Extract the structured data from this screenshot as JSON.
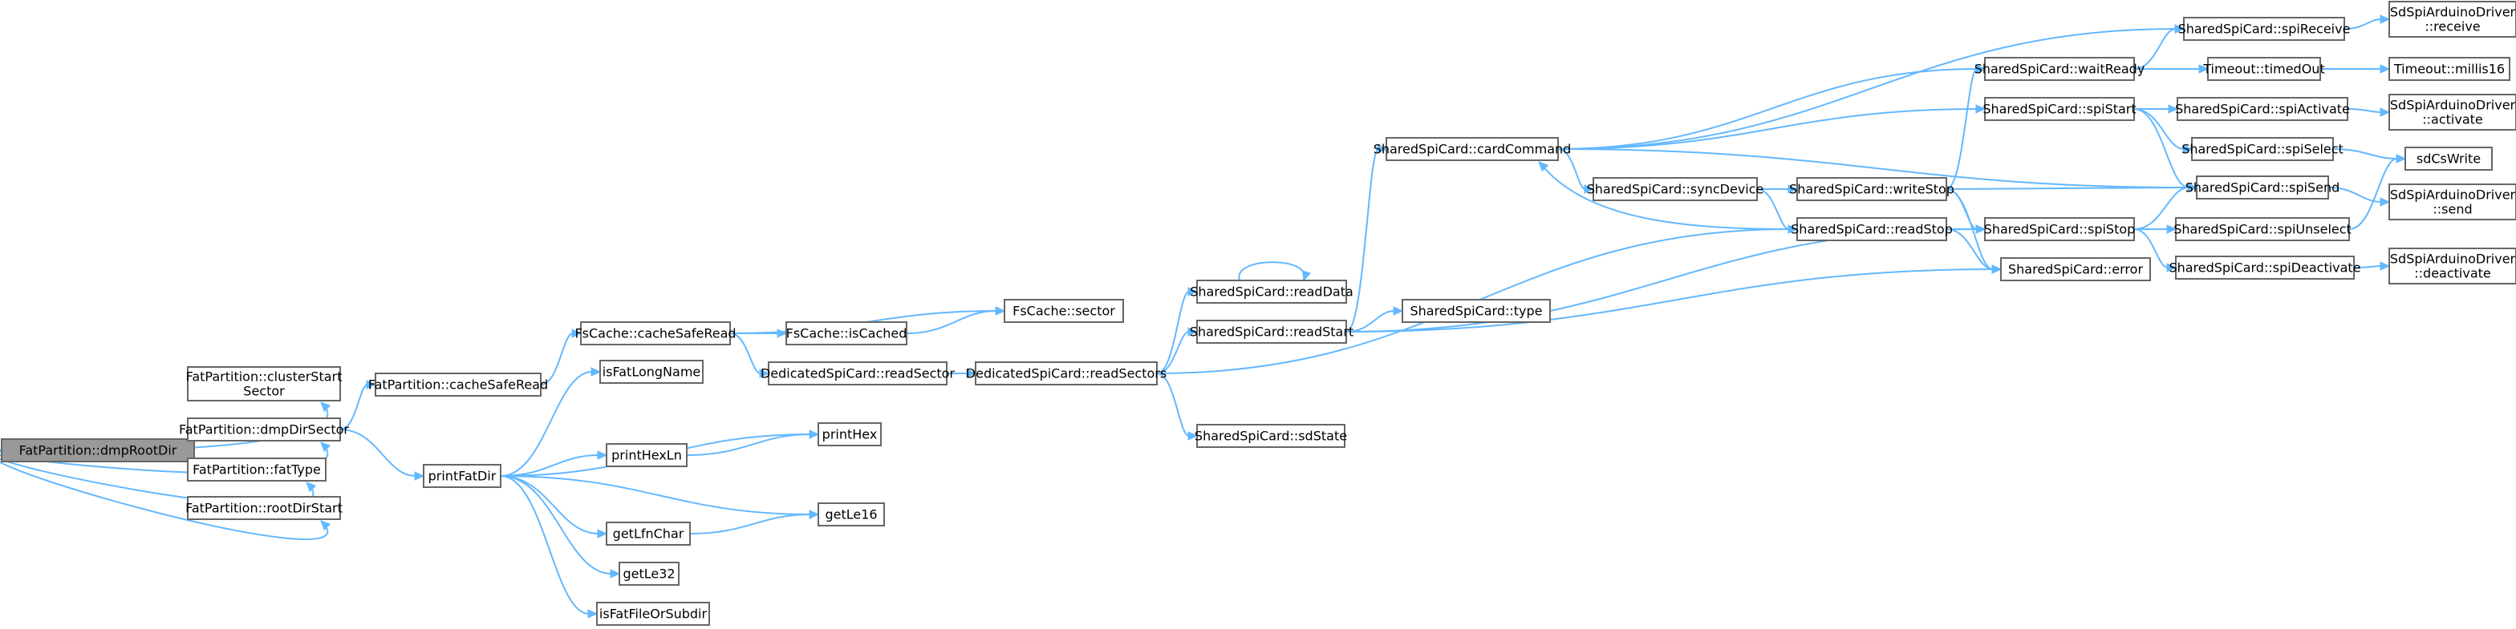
{
  "nodes": [
    {
      "id": "root",
      "lines": [
        "FatPartition::dmpRootDir"
      ]
    },
    {
      "id": "clusterStart",
      "lines": [
        "FatPartition::clusterStart",
        "Sector"
      ]
    },
    {
      "id": "dmpDirSector",
      "lines": [
        "FatPartition::dmpDirSector"
      ]
    },
    {
      "id": "fatType",
      "lines": [
        "FatPartition::fatType"
      ]
    },
    {
      "id": "rootDirStart",
      "lines": [
        "FatPartition::rootDirStart"
      ]
    },
    {
      "id": "cacheSafeReadP",
      "lines": [
        "FatPartition::cacheSafeRead"
      ]
    },
    {
      "id": "printFatDir",
      "lines": [
        "printFatDir"
      ]
    },
    {
      "id": "fsCacheSafeRead",
      "lines": [
        "FsCache::cacheSafeRead"
      ]
    },
    {
      "id": "isFatLongName",
      "lines": [
        "isFatLongName"
      ]
    },
    {
      "id": "printHexLn",
      "lines": [
        "printHexLn"
      ]
    },
    {
      "id": "printHex",
      "lines": [
        "printHex"
      ]
    },
    {
      "id": "getLfnChar",
      "lines": [
        "getLfnChar"
      ]
    },
    {
      "id": "getLe16",
      "lines": [
        "getLe16"
      ]
    },
    {
      "id": "getLe32",
      "lines": [
        "getLe32"
      ]
    },
    {
      "id": "isFatFileOrSubdir",
      "lines": [
        "isFatFileOrSubdir"
      ]
    },
    {
      "id": "isCached",
      "lines": [
        "FsCache::isCached"
      ]
    },
    {
      "id": "sector",
      "lines": [
        "FsCache::sector"
      ]
    },
    {
      "id": "readSector",
      "lines": [
        "DedicatedSpiCard::readSector"
      ]
    },
    {
      "id": "readSectors",
      "lines": [
        "DedicatedSpiCard::readSectors"
      ]
    },
    {
      "id": "readData",
      "lines": [
        "SharedSpiCard::readData"
      ]
    },
    {
      "id": "readStart",
      "lines": [
        "SharedSpiCard::readStart"
      ]
    },
    {
      "id": "sdState",
      "lines": [
        "SharedSpiCard::sdState"
      ]
    },
    {
      "id": "cardCommand",
      "lines": [
        "SharedSpiCard::cardCommand"
      ]
    },
    {
      "id": "type",
      "lines": [
        "SharedSpiCard::type"
      ]
    },
    {
      "id": "syncDevice",
      "lines": [
        "SharedSpiCard::syncDevice"
      ]
    },
    {
      "id": "writeStop",
      "lines": [
        "SharedSpiCard::writeStop"
      ]
    },
    {
      "id": "readStop",
      "lines": [
        "SharedSpiCard::readStop"
      ]
    },
    {
      "id": "waitReady",
      "lines": [
        "SharedSpiCard::waitReady"
      ]
    },
    {
      "id": "spiStart",
      "lines": [
        "SharedSpiCard::spiStart"
      ]
    },
    {
      "id": "spiStop",
      "lines": [
        "SharedSpiCard::spiStop"
      ]
    },
    {
      "id": "error",
      "lines": [
        "SharedSpiCard::error"
      ]
    },
    {
      "id": "spiReceive",
      "lines": [
        "SharedSpiCard::spiReceive"
      ]
    },
    {
      "id": "timedOut",
      "lines": [
        "Timeout::timedOut"
      ]
    },
    {
      "id": "spiActivate",
      "lines": [
        "SharedSpiCard::spiActivate"
      ]
    },
    {
      "id": "spiSelect",
      "lines": [
        "SharedSpiCard::spiSelect"
      ]
    },
    {
      "id": "spiSend",
      "lines": [
        "SharedSpiCard::spiSend"
      ]
    },
    {
      "id": "spiUnselect",
      "lines": [
        "SharedSpiCard::spiUnselect"
      ]
    },
    {
      "id": "spiDeactivate",
      "lines": [
        "SharedSpiCard::spiDeactivate"
      ]
    },
    {
      "id": "drvReceive",
      "lines": [
        "SdSpiArduinoDriver",
        "::receive"
      ]
    },
    {
      "id": "millis16",
      "lines": [
        "Timeout::millis16"
      ]
    },
    {
      "id": "drvActivate",
      "lines": [
        "SdSpiArduinoDriver",
        "::activate"
      ]
    },
    {
      "id": "sdCsWrite",
      "lines": [
        "sdCsWrite"
      ]
    },
    {
      "id": "drvSend",
      "lines": [
        "SdSpiArduinoDriver",
        "::send"
      ]
    },
    {
      "id": "drvDeactivate",
      "lines": [
        "SdSpiArduinoDriver",
        "::deactivate"
      ]
    }
  ],
  "edges": [
    [
      "root",
      "clusterStart"
    ],
    [
      "root",
      "dmpDirSector"
    ],
    [
      "root",
      "fatType"
    ],
    [
      "root",
      "rootDirStart"
    ],
    [
      "dmpDirSector",
      "cacheSafeReadP"
    ],
    [
      "dmpDirSector",
      "printFatDir"
    ],
    [
      "cacheSafeReadP",
      "fsCacheSafeRead"
    ],
    [
      "fsCacheSafeRead",
      "isCached"
    ],
    [
      "fsCacheSafeRead",
      "sector"
    ],
    [
      "fsCacheSafeRead",
      "readSector"
    ],
    [
      "isCached",
      "sector"
    ],
    [
      "readSector",
      "readSectors"
    ],
    [
      "readSectors",
      "readData"
    ],
    [
      "readSectors",
      "readStart"
    ],
    [
      "readSectors",
      "sdState"
    ],
    [
      "readSectors",
      "readStop"
    ],
    [
      "readData",
      "readData"
    ],
    [
      "readStart",
      "cardCommand"
    ],
    [
      "readStart",
      "type"
    ],
    [
      "readStart",
      "spiStop"
    ],
    [
      "readStart",
      "error"
    ],
    [
      "cardCommand",
      "spiReceive"
    ],
    [
      "cardCommand",
      "waitReady"
    ],
    [
      "cardCommand",
      "spiStart"
    ],
    [
      "cardCommand",
      "spiSend"
    ],
    [
      "cardCommand",
      "syncDevice"
    ],
    [
      "syncDevice",
      "writeStop"
    ],
    [
      "syncDevice",
      "readStop"
    ],
    [
      "writeStop",
      "waitReady"
    ],
    [
      "writeStop",
      "spiSend"
    ],
    [
      "writeStop",
      "spiStop"
    ],
    [
      "writeStop",
      "error"
    ],
    [
      "readStop",
      "cardCommand"
    ],
    [
      "readStop",
      "spiStop"
    ],
    [
      "readStop",
      "error"
    ],
    [
      "waitReady",
      "spiReceive"
    ],
    [
      "waitReady",
      "timedOut"
    ],
    [
      "timedOut",
      "millis16"
    ],
    [
      "spiStart",
      "spiActivate"
    ],
    [
      "spiStart",
      "spiSelect"
    ],
    [
      "spiStart",
      "spiSend"
    ],
    [
      "spiStop",
      "spiSend"
    ],
    [
      "spiStop",
      "spiUnselect"
    ],
    [
      "spiStop",
      "spiDeactivate"
    ],
    [
      "spiReceive",
      "drvReceive"
    ],
    [
      "spiActivate",
      "drvActivate"
    ],
    [
      "spiSelect",
      "sdCsWrite"
    ],
    [
      "spiSend",
      "drvSend"
    ],
    [
      "spiUnselect",
      "sdCsWrite"
    ],
    [
      "spiDeactivate",
      "drvDeactivate"
    ],
    [
      "printFatDir",
      "isFatLongName"
    ],
    [
      "printFatDir",
      "printHex"
    ],
    [
      "printFatDir",
      "printHexLn"
    ],
    [
      "printFatDir",
      "getLe16"
    ],
    [
      "printFatDir",
      "getLfnChar"
    ],
    [
      "printFatDir",
      "getLe32"
    ],
    [
      "printFatDir",
      "isFatFileOrSubdir"
    ],
    [
      "printHexLn",
      "printHex"
    ],
    [
      "getLfnChar",
      "getLe16"
    ]
  ]
}
